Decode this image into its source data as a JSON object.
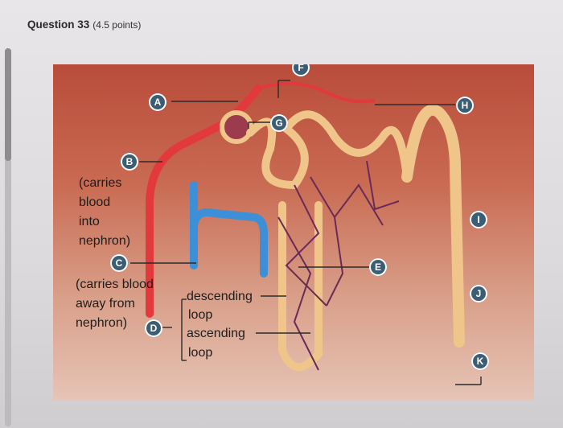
{
  "question": {
    "title": "Question 33",
    "points": "(4.5 points)"
  },
  "diagram": {
    "markers": [
      "A",
      "B",
      "C",
      "D",
      "E",
      "F",
      "G",
      "H",
      "I",
      "J",
      "K"
    ],
    "label_b": [
      "(carries",
      "blood",
      "into",
      "nephron)"
    ],
    "label_c": [
      "(carries blood",
      "away from",
      "nephron)"
    ],
    "loop_labels": {
      "descending": "descending",
      "loop1": "loop",
      "ascending": "ascending",
      "loop2": "loop"
    }
  },
  "colors": {
    "marker": "#3c5e74",
    "artery": "#e2393c",
    "vein": "#3d8fd8",
    "tubule": "#efc58a",
    "capillary": "#6a2a55"
  }
}
